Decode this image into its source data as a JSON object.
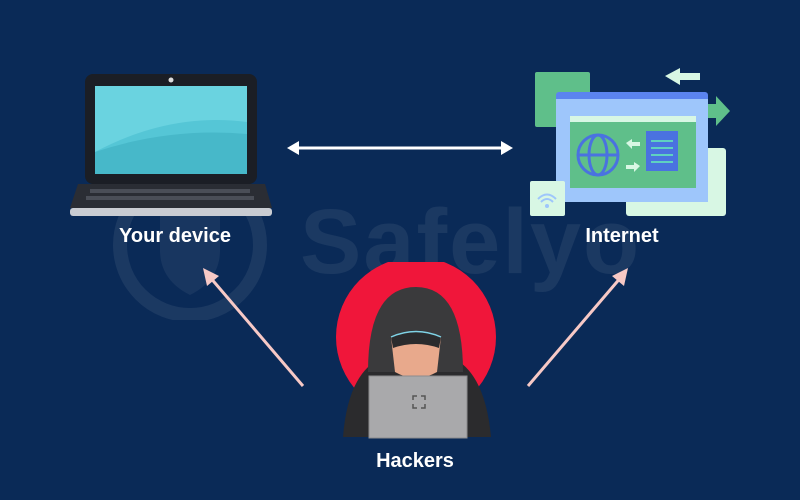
{
  "nodes": {
    "device": {
      "label": "Your device"
    },
    "internet": {
      "label": "Internet"
    },
    "hackers": {
      "label": "Hackers"
    }
  },
  "watermark": {
    "text": "Safelyo"
  },
  "colors": {
    "background": "#0a2a57",
    "hacker_circle": "#f0163a",
    "attack_arrow": "#f7c9c6",
    "connection_arrow": "#ffffff"
  }
}
